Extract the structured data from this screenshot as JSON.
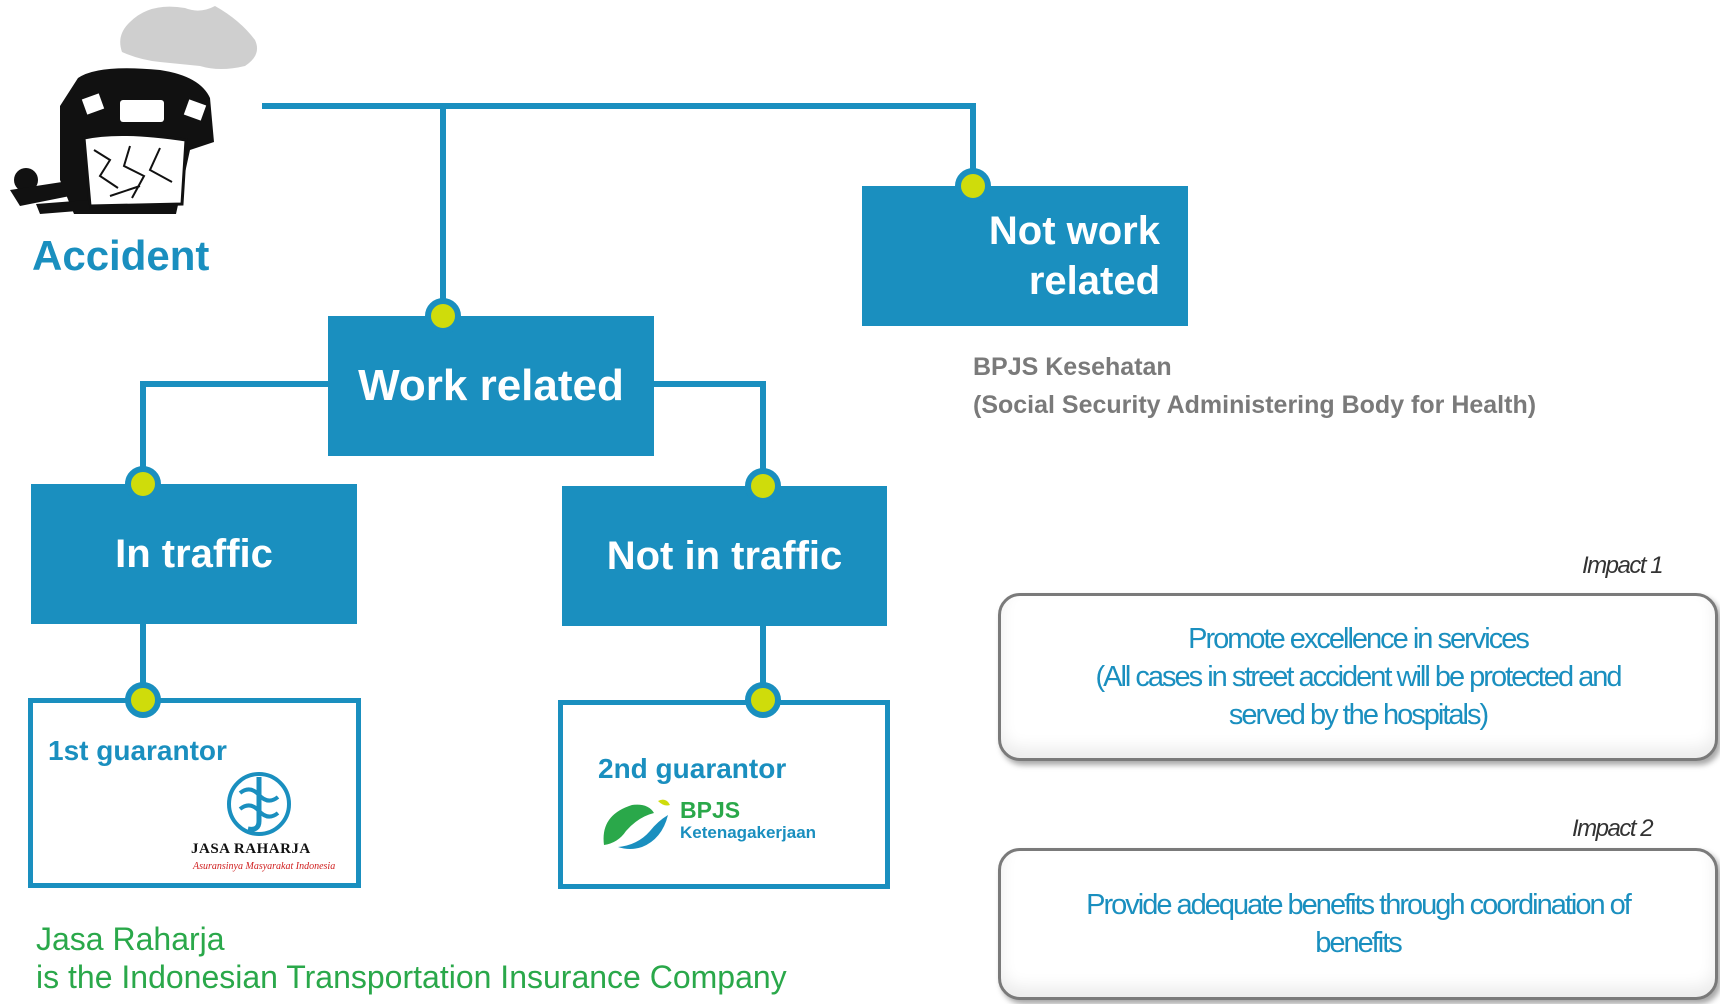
{
  "accident": {
    "label": "Accident"
  },
  "nodes": {
    "work_related": "Work related",
    "not_work_related_line1": "Not work",
    "not_work_related_line2": "related",
    "in_traffic": "In traffic",
    "not_in_traffic": "Not in traffic"
  },
  "guarantors": {
    "first": {
      "label": "1st guarantor",
      "logo_name": "JASA RAHARJA",
      "logo_tagline": "Asuransinya Masyarakat Indonesia"
    },
    "second": {
      "label": "2nd guarantor",
      "logo_name": "BPJS",
      "logo_sub": "Ketenagakerjaan"
    }
  },
  "bpjs_kesehatan": {
    "line1": "BPJS Kesehatan",
    "line2": "(Social Security Administering Body for Health)"
  },
  "jasa_raharja_note": {
    "line1": "Jasa Raharja",
    "line2": "is the Indonesian Transportation Insurance Company"
  },
  "impacts": [
    {
      "label": "Impact 1",
      "line1": "Promote  excellence in services",
      "line2": "(All cases in street accident will be protected and",
      "line3": "served by the hospitals)"
    },
    {
      "label": "Impact 2",
      "line1": "Provide adequate benefits through coordination of",
      "line2": "benefits"
    }
  ],
  "colors": {
    "primary": "#1a8fbf",
    "dot": "#cfdc0b",
    "green_text": "#2aa84a",
    "gray_text": "#7a7a7a"
  }
}
